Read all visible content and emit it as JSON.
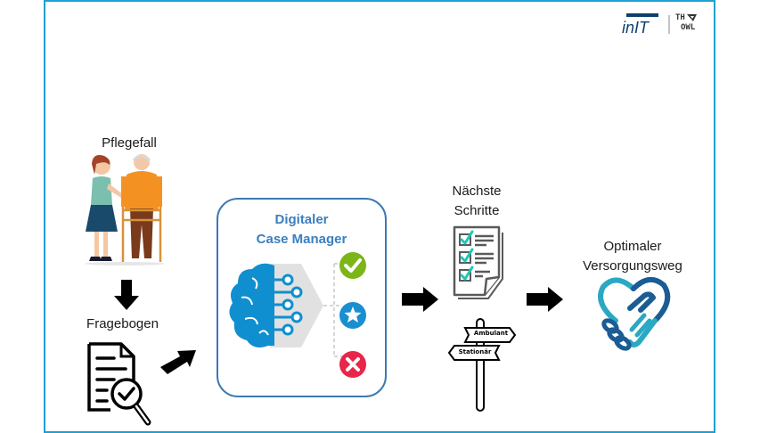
{
  "logos": {
    "init": "inIT",
    "th_owl_line1": "TH",
    "th_owl_line2": "OWL"
  },
  "steps": {
    "pflegefall": "Pflegefall",
    "fragebogen": "Fragebogen",
    "case_manager": {
      "line1": "Digitaler",
      "line2": "Case Manager"
    },
    "naechste_schritte": {
      "line1": "Nächste",
      "line2": "Schritte"
    },
    "signpost": {
      "sign_right": "Ambulant",
      "sign_left": "Stationär"
    },
    "optimaler_weg": {
      "line1": "Optimaler",
      "line2": "Versorgungsweg"
    }
  },
  "colors": {
    "frame": "#1ea0d2",
    "case_manager_border": "#3d7ab3",
    "case_manager_title": "#3a7fc0",
    "brain": "#0f8fcf",
    "check_green": "#7cb518",
    "star_blue": "#1a8fd0",
    "cross_red": "#e8264a",
    "checklist_teal": "#1cc7b6",
    "handshake_light": "#2aa8c4",
    "handshake_dark": "#1a5c93"
  }
}
